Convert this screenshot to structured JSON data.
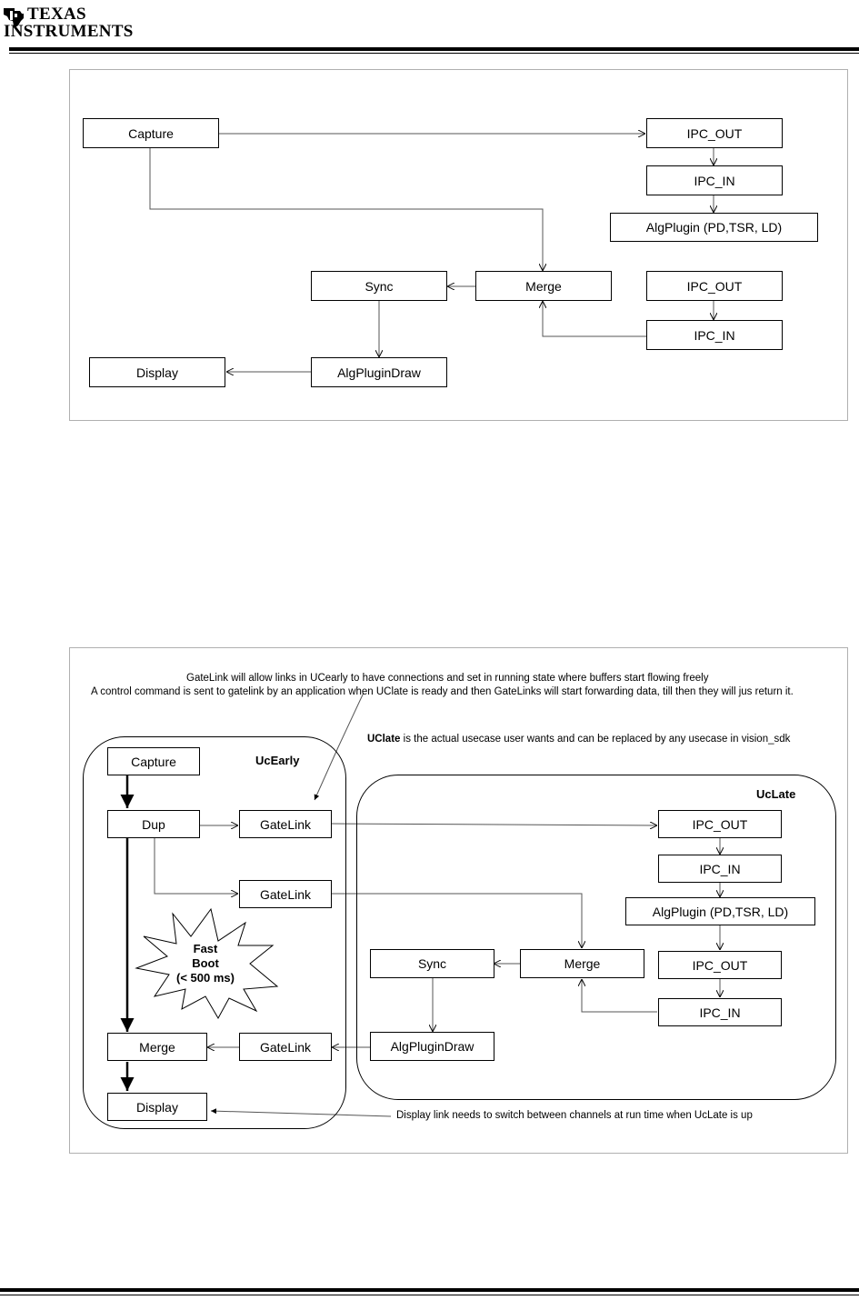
{
  "header": {
    "brand_line1": "TEXAS",
    "brand_line2": "INSTRUMENTS"
  },
  "diagram1": {
    "capture": "Capture",
    "ipc_out_1": "IPC_OUT",
    "ipc_in_1": "IPC_IN",
    "algplugin": "AlgPlugin (PD,TSR, LD)",
    "ipc_out_2": "IPC_OUT",
    "ipc_in_2": "IPC_IN",
    "sync": "Sync",
    "merge": "Merge",
    "display": "Display",
    "algplugindraw": "AlgPluginDraw"
  },
  "diagram2": {
    "note_line1": "GateLink will allow links in UCearly to have connections and set in running state where buffers start flowing freely",
    "note_line2": "A control command is sent to gatelink by an application when UClate is ready and then GateLinks will start forwarding data, till then they will jus return it.",
    "uclate_note_bold": "UClate",
    "uclate_note_rest": " is the actual usecase user wants and can be replaced by any usecase in vision_sdk",
    "ucearly_title": "UcEarly",
    "uclate_title": "UcLate",
    "capture": "Capture",
    "dup": "Dup",
    "gatelink_1": "GateLink",
    "gatelink_2": "GateLink",
    "gatelink_3": "GateLink",
    "merge_early": "Merge",
    "display": "Display",
    "fast_boot_1": "Fast",
    "fast_boot_2": "Boot",
    "fast_boot_3": "(< 500 ms)",
    "ipc_out_1": "IPC_OUT",
    "ipc_in_1": "IPC_IN",
    "algplugin": "AlgPlugin (PD,TSR, LD)",
    "ipc_out_2": "IPC_OUT",
    "ipc_in_2": "IPC_IN",
    "sync": "Sync",
    "merge_late": "Merge",
    "algplugindraw": "AlgPluginDraw",
    "display_note": "Display link needs to switch between channels at run time when UcLate is up"
  }
}
